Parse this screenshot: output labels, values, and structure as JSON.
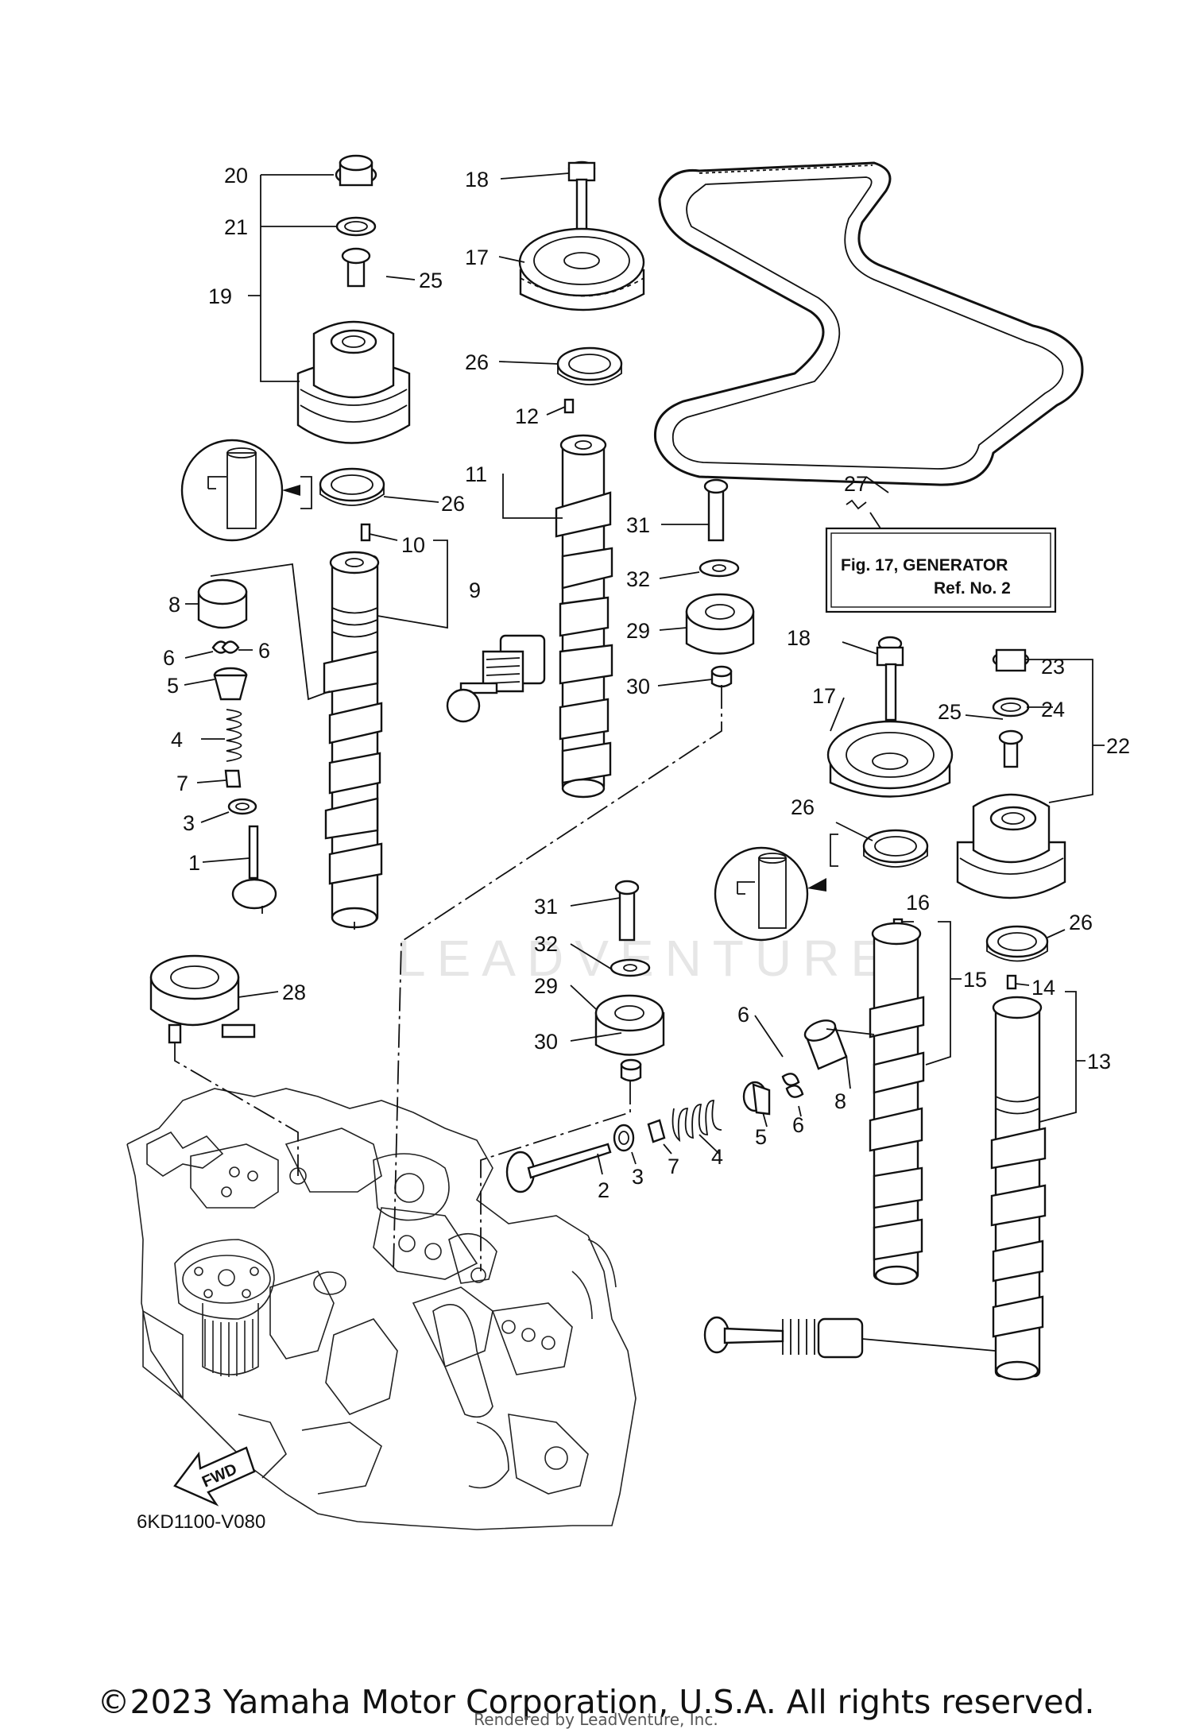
{
  "callouts": [
    {
      "id": "c20",
      "text": "20"
    },
    {
      "id": "c21",
      "text": "21"
    },
    {
      "id": "c19",
      "text": "19"
    },
    {
      "id": "c25a",
      "text": "25"
    },
    {
      "id": "c18a",
      "text": "18"
    },
    {
      "id": "c17a",
      "text": "17"
    },
    {
      "id": "c26a",
      "text": "26"
    },
    {
      "id": "c12",
      "text": "12"
    },
    {
      "id": "c11",
      "text": "11"
    },
    {
      "id": "c26b",
      "text": "26"
    },
    {
      "id": "c10",
      "text": "10"
    },
    {
      "id": "c9",
      "text": "9"
    },
    {
      "id": "c8a",
      "text": "8"
    },
    {
      "id": "c6a",
      "text": "6"
    },
    {
      "id": "c6b",
      "text": "6"
    },
    {
      "id": "c5a",
      "text": "5"
    },
    {
      "id": "c4a",
      "text": "4"
    },
    {
      "id": "c7a",
      "text": "7"
    },
    {
      "id": "c3a",
      "text": "3"
    },
    {
      "id": "c1",
      "text": "1"
    },
    {
      "id": "c31a",
      "text": "31"
    },
    {
      "id": "c32a",
      "text": "32"
    },
    {
      "id": "c29a",
      "text": "29"
    },
    {
      "id": "c30a",
      "text": "30"
    },
    {
      "id": "c27",
      "text": "27"
    },
    {
      "id": "c18b",
      "text": "18"
    },
    {
      "id": "c23",
      "text": "23"
    },
    {
      "id": "c24",
      "text": "24"
    },
    {
      "id": "c22",
      "text": "22"
    },
    {
      "id": "c17b",
      "text": "17"
    },
    {
      "id": "c25b",
      "text": "25"
    },
    {
      "id": "c26c",
      "text": "26"
    },
    {
      "id": "c16",
      "text": "16"
    },
    {
      "id": "c26d",
      "text": "26"
    },
    {
      "id": "c31b",
      "text": "31"
    },
    {
      "id": "c32b",
      "text": "32"
    },
    {
      "id": "c29b",
      "text": "29"
    },
    {
      "id": "c30b",
      "text": "30"
    },
    {
      "id": "c28",
      "text": "28"
    },
    {
      "id": "c15",
      "text": "15"
    },
    {
      "id": "c14",
      "text": "14"
    },
    {
      "id": "c13",
      "text": "13"
    },
    {
      "id": "c6c",
      "text": "6"
    },
    {
      "id": "c6d",
      "text": "6"
    },
    {
      "id": "c5b",
      "text": "5"
    },
    {
      "id": "c8b",
      "text": "8"
    },
    {
      "id": "c4b",
      "text": "4"
    },
    {
      "id": "c7b",
      "text": "7"
    },
    {
      "id": "c3b",
      "text": "3"
    },
    {
      "id": "c2",
      "text": "2"
    }
  ],
  "reference_box": {
    "line1": "Fig. 17, GENERATOR",
    "line2": "Ref. No. 2"
  },
  "fwd_label": "FWD",
  "diagram_code": "6KD1100-V080",
  "watermark": "LEADVENTURE",
  "copyright": "©2023 Yamaha Motor Corporation, U.S.A. All rights reserved.",
  "rendered_by": "Rendered by LeadVenture, Inc."
}
